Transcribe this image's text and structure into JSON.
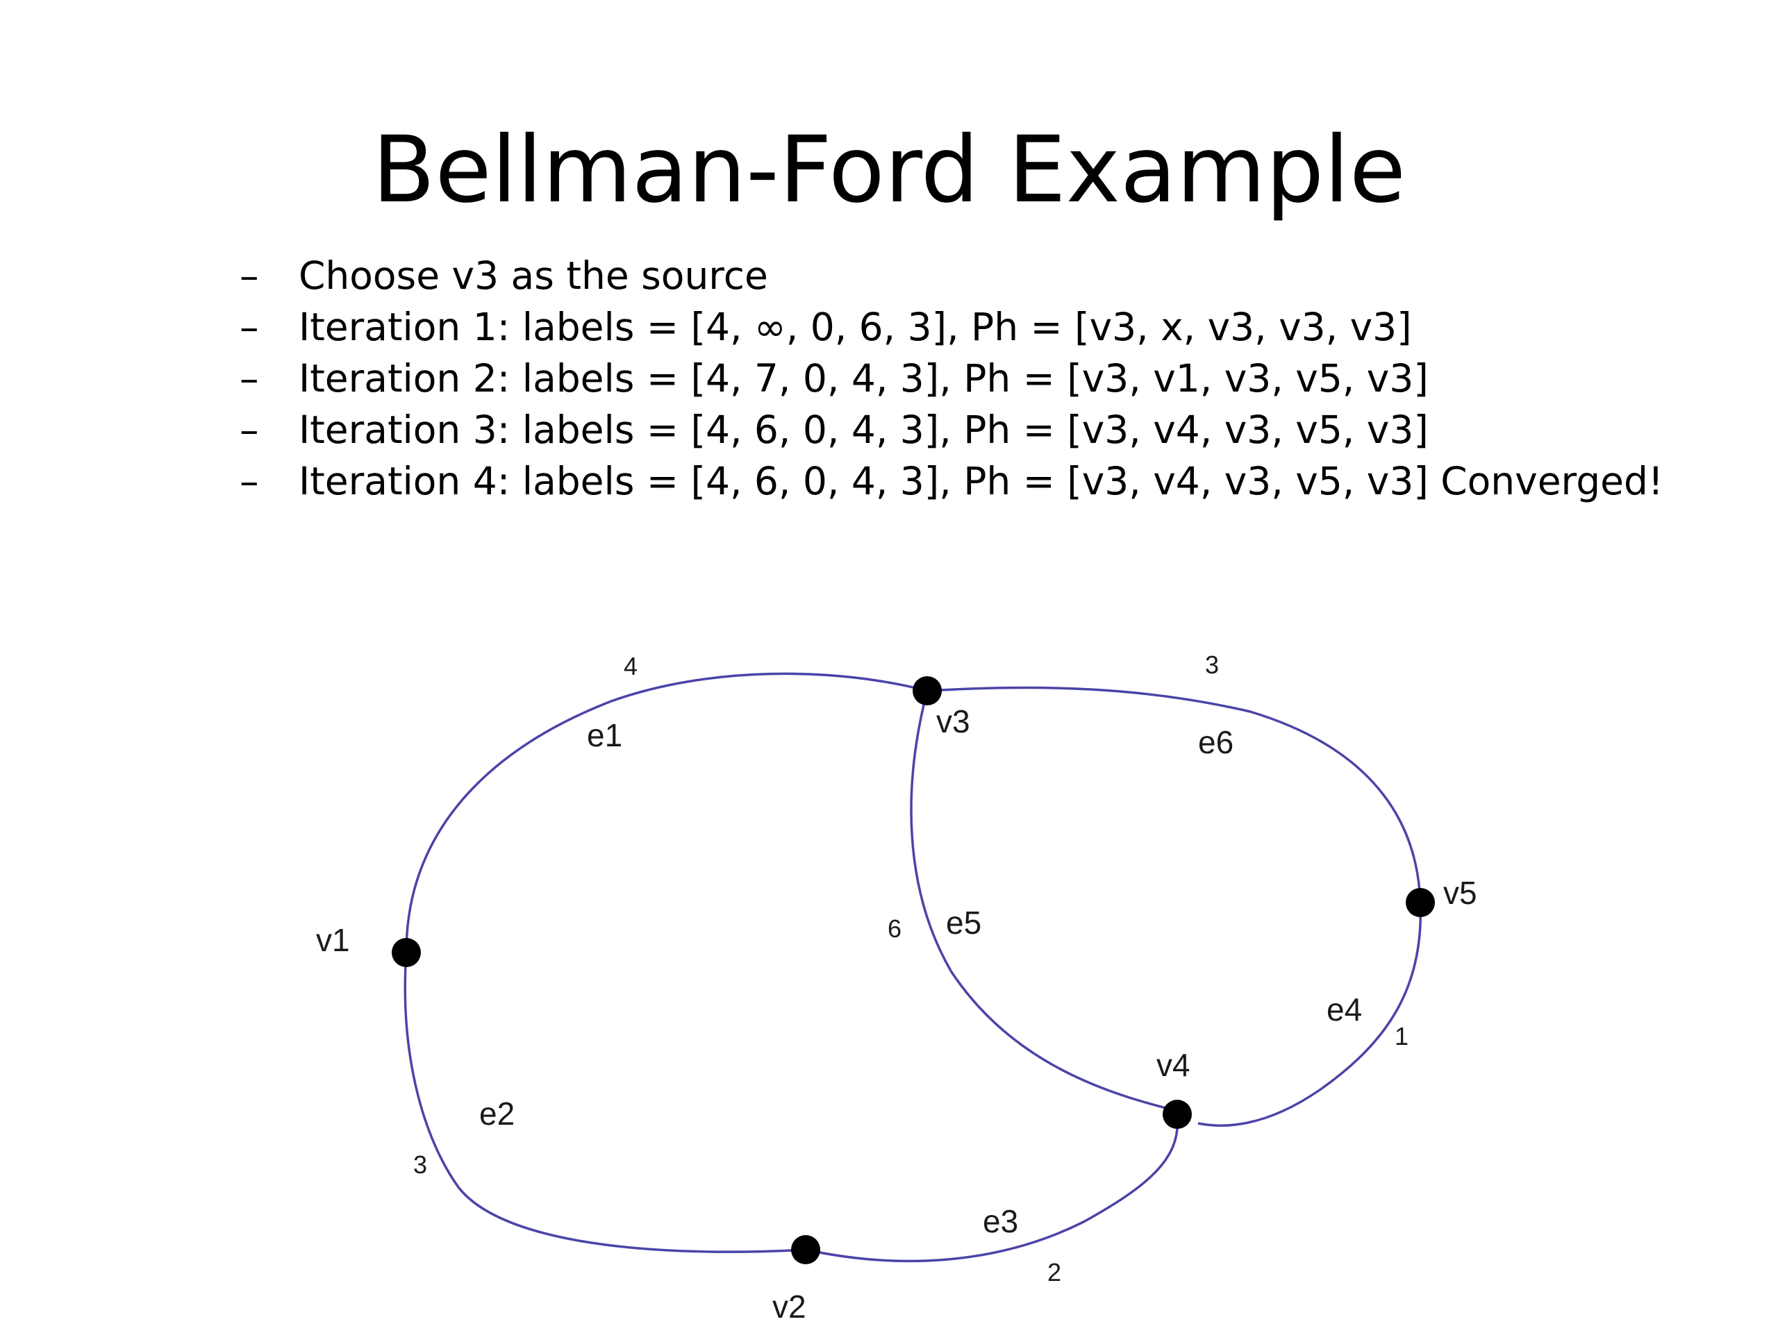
{
  "title": "Bellman-Ford Example",
  "bullets": [
    "Choose v3 as the source",
    "Iteration 1: labels = [4, ∞, 0, 6, 3], Ph = [v3, x, v3, v3, v3]",
    "Iteration 2: labels = [4, 7, 0, 4, 3], Ph = [v3, v1, v3, v5, v3]",
    "Iteration 3: labels = [4, 6, 0, 4, 3], Ph = [v3, v4, v3, v5, v3]",
    "Iteration 4: labels = [4, 6, 0, 4, 3], Ph = [v3, v4, v3, v5, v3] Converged!"
  ],
  "bullet_marker": "–",
  "graph": {
    "edge_color": "#4b44a8",
    "node_color": "#000000",
    "nodes": [
      "v1",
      "v2",
      "v3",
      "v4",
      "v5"
    ],
    "edges": [
      {
        "id": "e1",
        "from": "v1",
        "to": "v3",
        "weight": "4"
      },
      {
        "id": "e2",
        "from": "v1",
        "to": "v2",
        "weight": "3"
      },
      {
        "id": "e3",
        "from": "v2",
        "to": "v4",
        "weight": "2"
      },
      {
        "id": "e4",
        "from": "v4",
        "to": "v5",
        "weight": "1"
      },
      {
        "id": "e5",
        "from": "v3",
        "to": "v4",
        "weight": "6"
      },
      {
        "id": "e6",
        "from": "v3",
        "to": "v5",
        "weight": "3"
      }
    ]
  }
}
